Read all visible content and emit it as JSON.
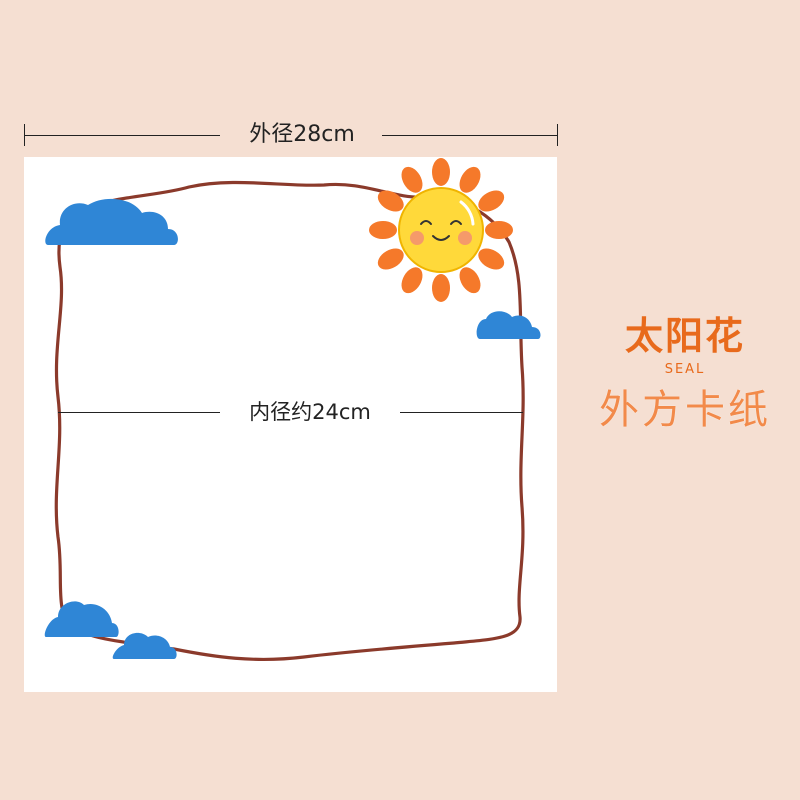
{
  "dimensions": {
    "outer_label": "外径28cm",
    "inner_label": "内径约24cm"
  },
  "product": {
    "title": "太阳花",
    "subtitle": "SEAL",
    "caption": "外方卡纸"
  },
  "colors": {
    "background": "#f5dfd2",
    "card": "#ffffff",
    "frame_stroke": "#8b3a2b",
    "cloud": "#2f86d6",
    "sun_face": "#ffd93a",
    "sun_rays": "#f5792a",
    "title": "#e86a1c",
    "caption": "#f28a4a"
  },
  "icons": [
    "sun-icon",
    "cloud-icon"
  ]
}
